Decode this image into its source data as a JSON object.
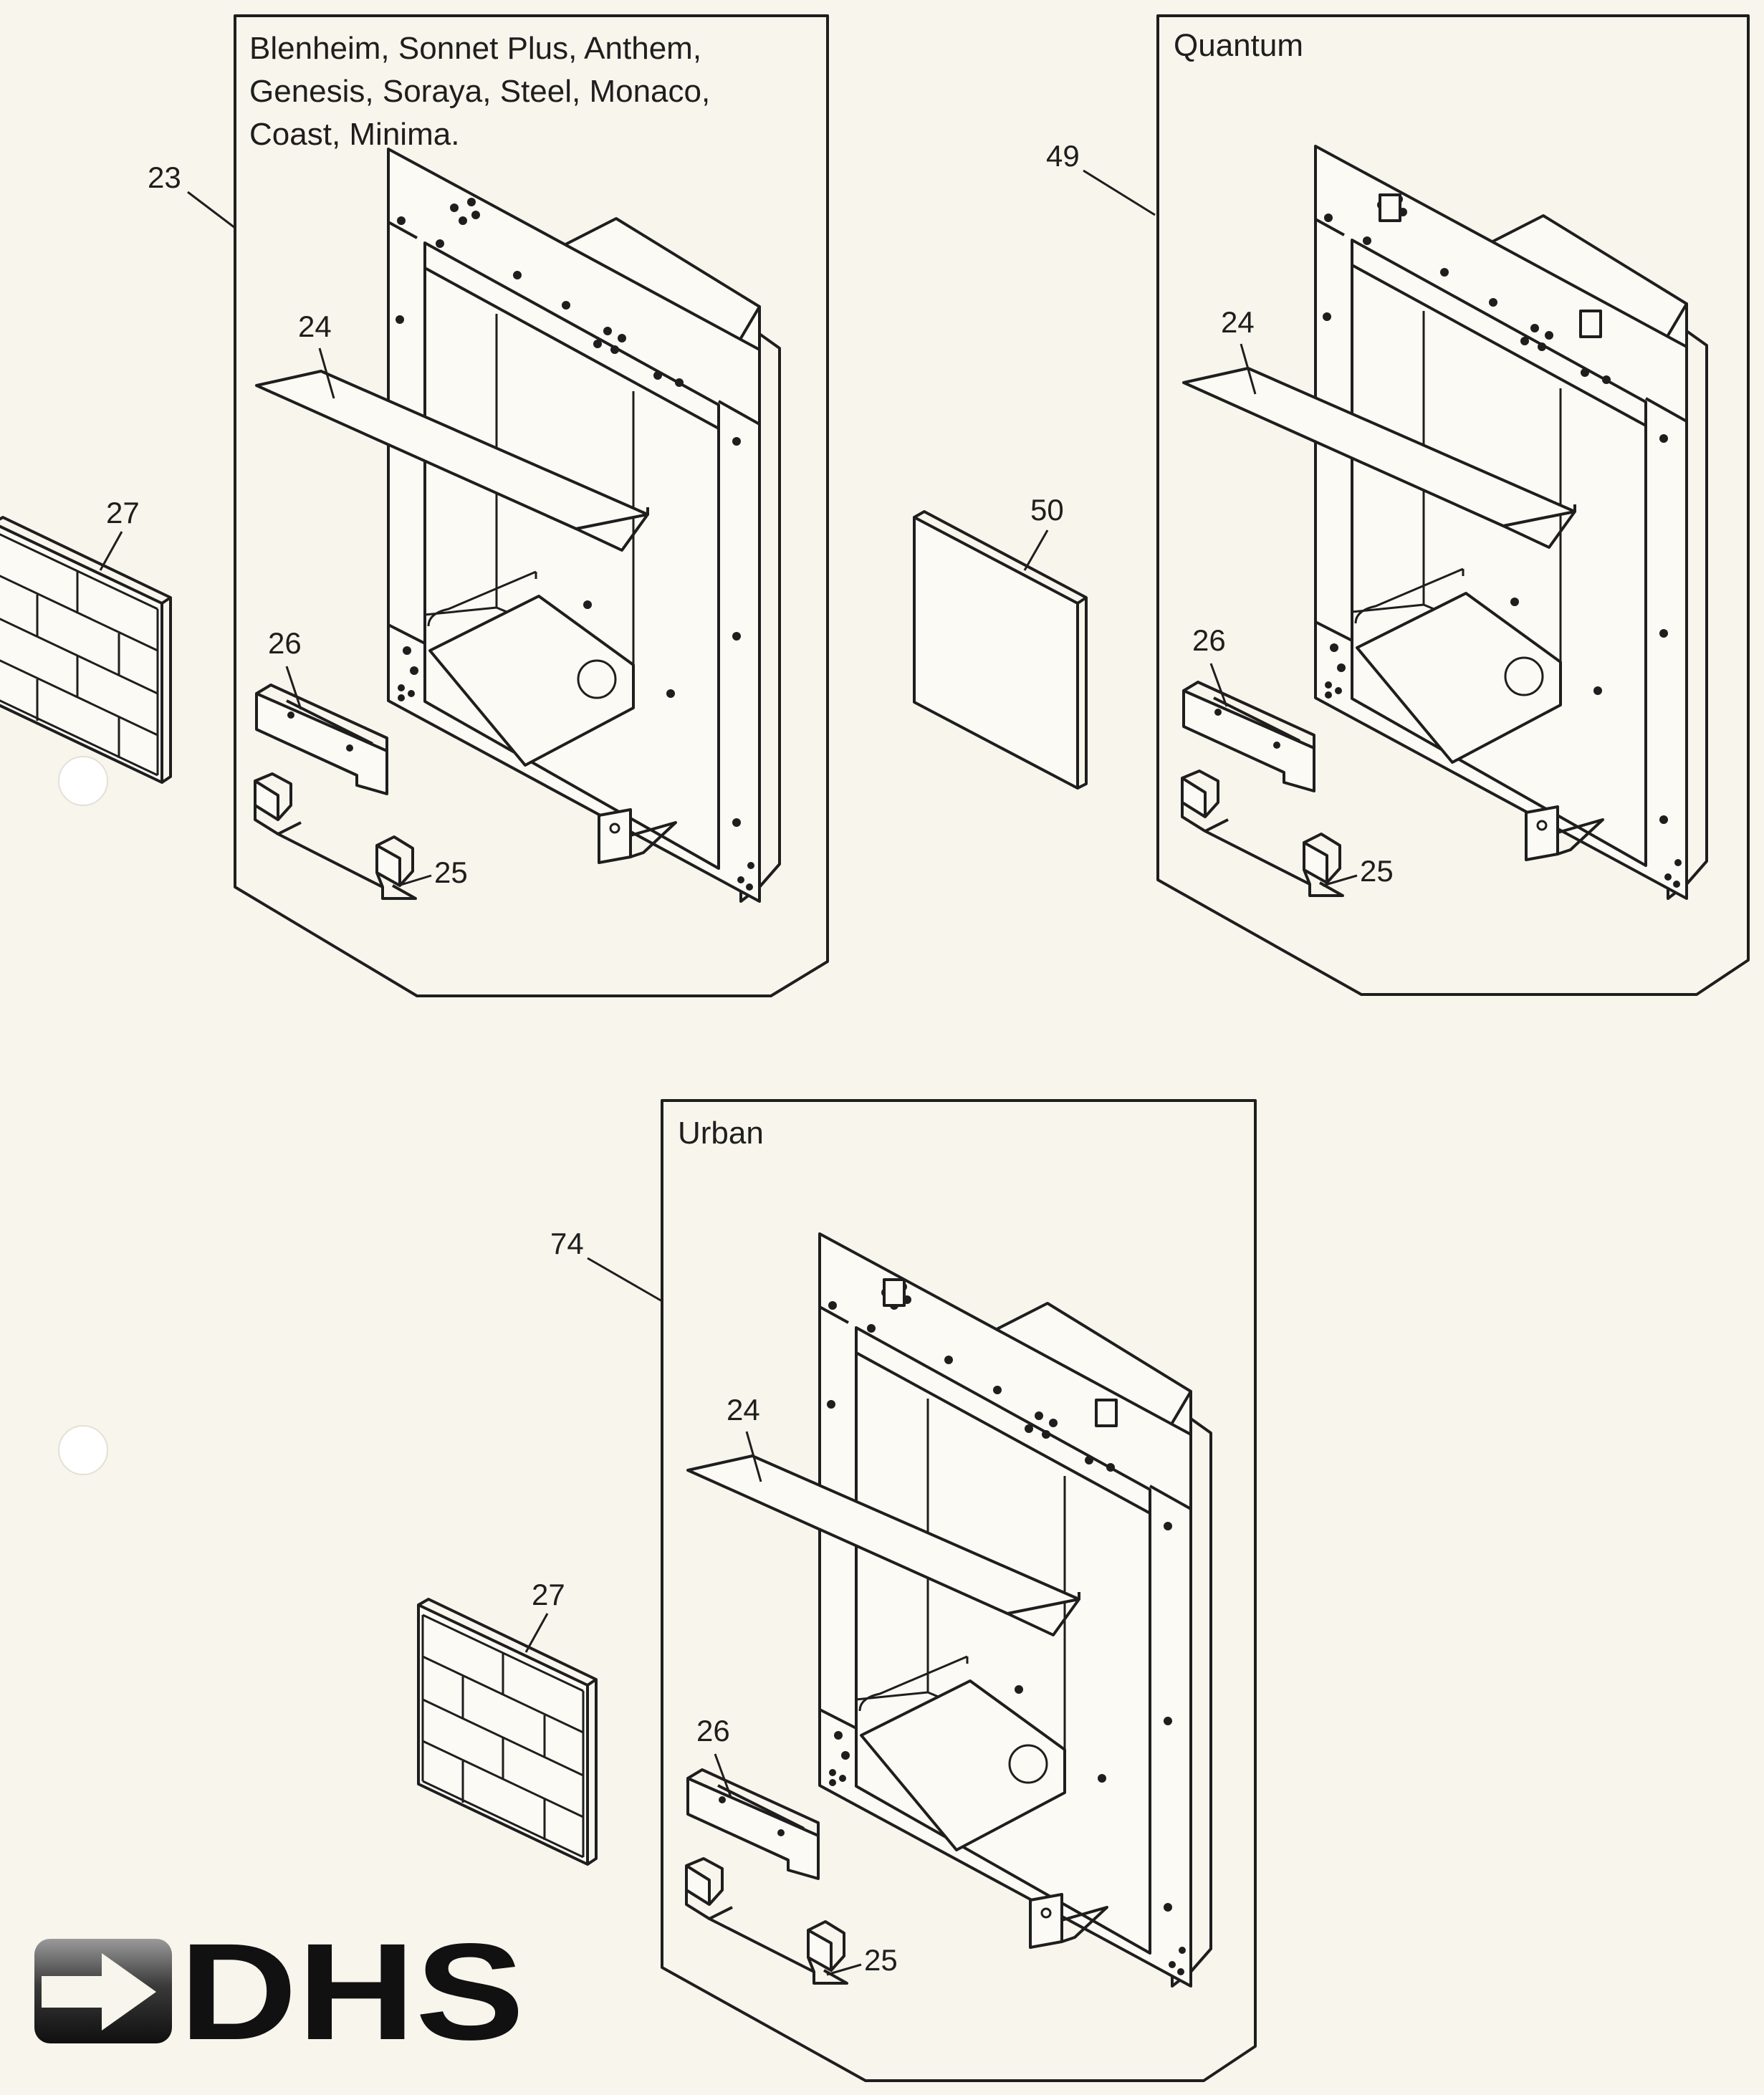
{
  "panels": {
    "main": {
      "title_lines": [
        "Blenheim, Sonnet Plus, Anthem,",
        "Genesis, Soraya, Steel, Monaco,",
        "Coast, Minima."
      ],
      "callouts": {
        "box": "23",
        "canopy": "24",
        "clip_plate": "26",
        "brackets": "25",
        "brick_panel": "27"
      }
    },
    "quantum": {
      "title": "Quantum",
      "callouts": {
        "box": "49",
        "canopy": "24",
        "clip_plate": "26",
        "brackets": "25",
        "side_panel": "50"
      }
    },
    "urban": {
      "title": "Urban",
      "callouts": {
        "box": "74",
        "canopy": "24",
        "clip_plate": "26",
        "brackets": "25",
        "brick_panel": "27"
      }
    }
  },
  "logo": {
    "text": "DHS"
  }
}
